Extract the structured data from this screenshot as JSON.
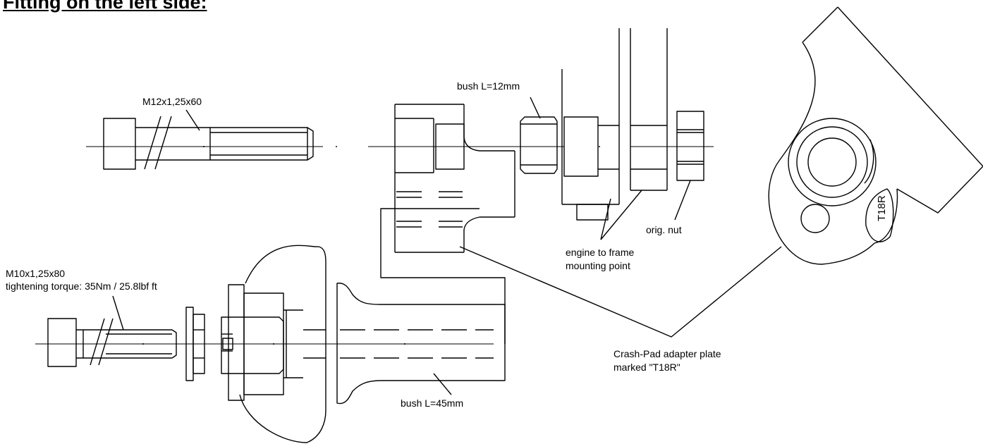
{
  "title": "Fitting on the left side:",
  "labels": {
    "bolt_top": "M12x1,25x60",
    "bush_12": "bush L=12mm",
    "orig_nut": "orig. nut",
    "engine_mount_1": "engine to frame",
    "engine_mount_2": "mounting point",
    "bolt_bottom": "M10x1,25x80",
    "torque": "tightening torque: 35Nm / 25.8lbf ft",
    "bush_45": "bush L=45mm",
    "adapter_1": "Crash-Pad adapter plate",
    "adapter_2": "marked \"T18R\"",
    "plate_mark": "T18R"
  }
}
